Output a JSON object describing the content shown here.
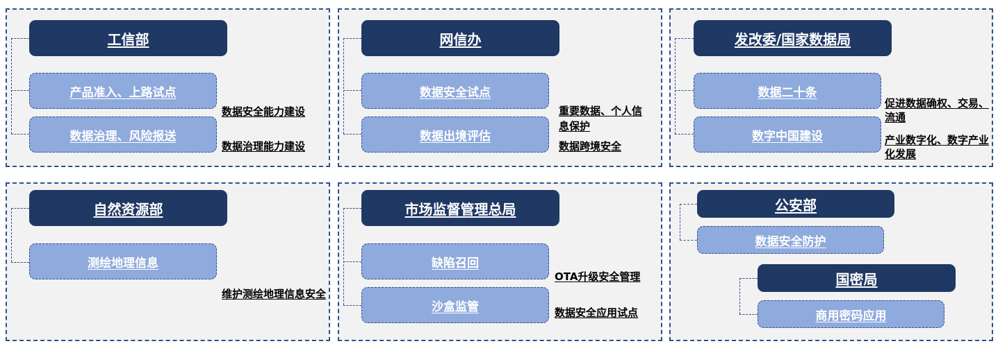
{
  "panels": [
    {
      "header": "工信部",
      "items": [
        "产品准入、上路试点",
        "数据治理、风险报送"
      ],
      "notes": [
        "数据安全能力建设",
        "数据治理能力建设"
      ]
    },
    {
      "header": "网信办",
      "items": [
        "数据安全试点",
        "数据出境评估"
      ],
      "notes": [
        "重要数据、个人信息保护",
        "数据跨境安全"
      ]
    },
    {
      "header": "发改委/国家数据局",
      "items": [
        "数据二十条",
        "数字中国建设"
      ],
      "notes": [
        "促进数据确权、交易、流通",
        "产业数字化、数字产业化发展"
      ]
    },
    {
      "header": "自然资源部",
      "items": [
        "测绘地理信息"
      ],
      "notes": [
        "维护测绘地理信息安全"
      ]
    },
    {
      "header": "市场监督管理总局",
      "items": [
        "缺陷召回",
        "沙盒监管"
      ],
      "notes": [
        "OTA升级安全管理",
        "数据安全应用试点"
      ]
    },
    {
      "header": "公安部",
      "items": [
        "数据安全防护"
      ],
      "header2": "国密局",
      "items2": [
        "商用密码应用"
      ]
    }
  ]
}
